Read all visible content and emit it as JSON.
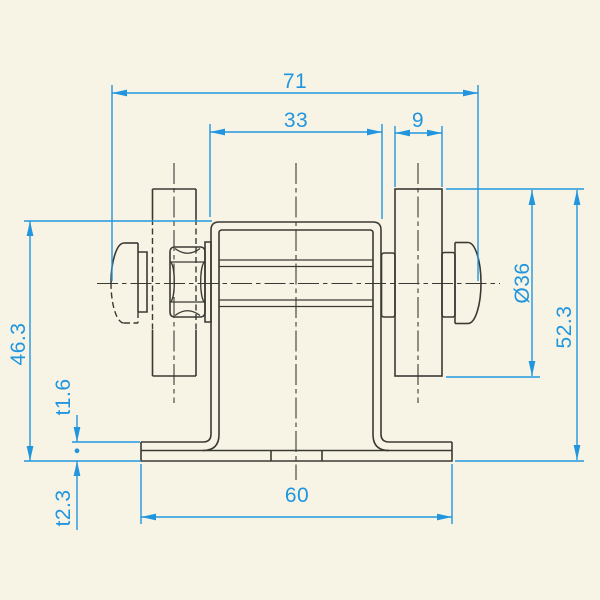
{
  "drawing": {
    "type": "technical-dimension-drawing",
    "view": "side-view-door-hanger-roller-bracket"
  },
  "labels": {
    "overall_width": "71",
    "bracket_width": "33",
    "wheel_width": "9",
    "wheel_diameter": "Ø36",
    "overall_height": "52.3",
    "bracket_height": "46.3",
    "bracket_thickness": "t1.6",
    "base_thickness": "t2.3",
    "base_width": "60"
  },
  "colors": {
    "background": "#f7f4e6",
    "dimension_blue": "#2196df",
    "line_dark": "#3b3934"
  }
}
